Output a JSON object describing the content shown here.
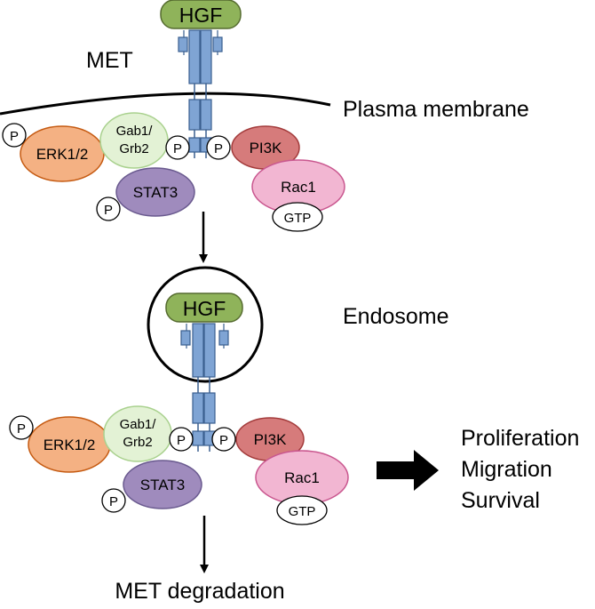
{
  "labels": {
    "met": "MET",
    "plasma_membrane": "Plasma membrane",
    "endosome": "Endosome",
    "met_degradation": "MET degradation"
  },
  "outcomes": [
    "Proliferation",
    "Migration",
    "Survival"
  ],
  "ligand": "HGF",
  "proteins": {
    "erk": "ERK1/2",
    "gab_line1": "Gab1/",
    "gab_line2": "Grb2",
    "stat3": "STAT3",
    "pi3k": "PI3K",
    "rac1": "Rac1",
    "gtp": "GTP"
  },
  "phospho": "P",
  "colors": {
    "hgf": "#8fb35a",
    "receptor": "#7fa4d4",
    "erk": "#f4b183",
    "gab": "#e3f2d5",
    "stat3": "#9f8bbd",
    "pi3k": "#d67b7b",
    "rac1": "#f2b6d2"
  }
}
